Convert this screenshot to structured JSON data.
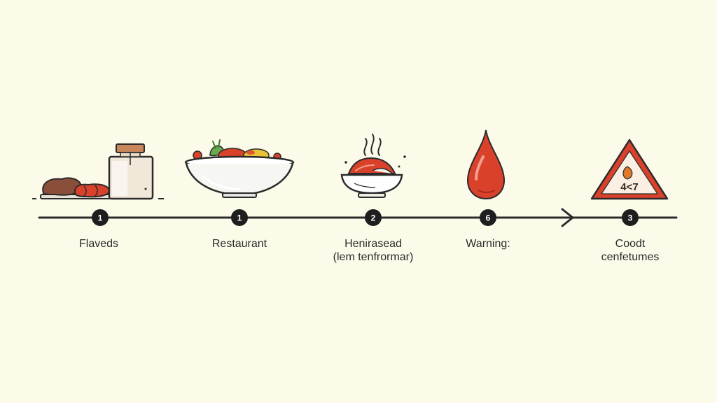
{
  "colors": {
    "background": "#fcfbea",
    "line": "#2b2b2b",
    "accent_red": "#d9412b",
    "badge": "#1e1e1e"
  },
  "steps": [
    {
      "number": "1",
      "label": "Flaveds",
      "icon": "food-jar-icon"
    },
    {
      "number": "1",
      "label": "Restaurant",
      "icon": "salad-bowl-icon"
    },
    {
      "number": "2",
      "label_lines": [
        "Henirasead",
        "(lem tenfrormar)"
      ],
      "icon": "steaming-dish-icon"
    },
    {
      "number": "6",
      "label": "Warning:",
      "icon": "blood-drop-icon"
    },
    {
      "number": "3",
      "label_lines": [
        "Coodt",
        "cenfetumes"
      ],
      "icon": "warning-triangle-icon"
    }
  ],
  "warning_sign_text": "4<7"
}
